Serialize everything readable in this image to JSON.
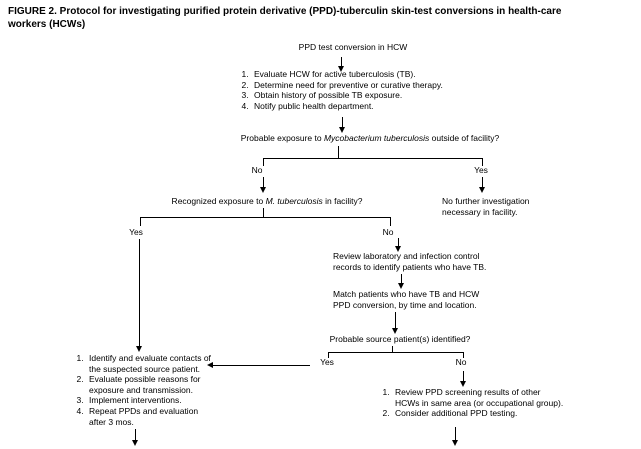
{
  "title": "FIGURE 2. Protocol for investigating purified protein derivative (PPD)-tuberculin skin-test conversions in health-care\nworkers (HCWs)",
  "flow": {
    "start": "PPD test conversion in HCW",
    "initial_steps": [
      "Evaluate HCW for active tuberculosis (TB).",
      "Determine need for preventive or curative therapy.",
      "Obtain history of possible TB exposure.",
      "Notify public health department."
    ],
    "q_outside": {
      "pre": "Probable exposure to ",
      "italic": "Mycobacterium tuberculosis",
      "post": " outside of facility?"
    },
    "labels": {
      "yes": "Yes",
      "no": "No"
    },
    "no_further": "No further investigation\nnecessary in facility.",
    "q_facility": {
      "pre": "Recognized exposure to ",
      "italic": "M. tuberculosis",
      "post": " in facility?"
    },
    "review_records": "Review laboratory and infection control\nrecords to identify patients who have TB.",
    "match_patients": "Match patients who have TB and HCW\nPPD conversion, by time and location.",
    "q_source": "Probable source patient(s) identified?",
    "yes_steps": [
      "Identify and evaluate contacts of\nthe suspected source patient.",
      "Evaluate possible reasons for\nexposure and transmission.",
      "Implement interventions.",
      "Repeat PPDs and evaluation\nafter 3 mos."
    ],
    "no_steps": [
      "Review PPD screening results of other\nHCWs in same area (or occupational group).",
      "Consider additional PPD testing."
    ]
  }
}
